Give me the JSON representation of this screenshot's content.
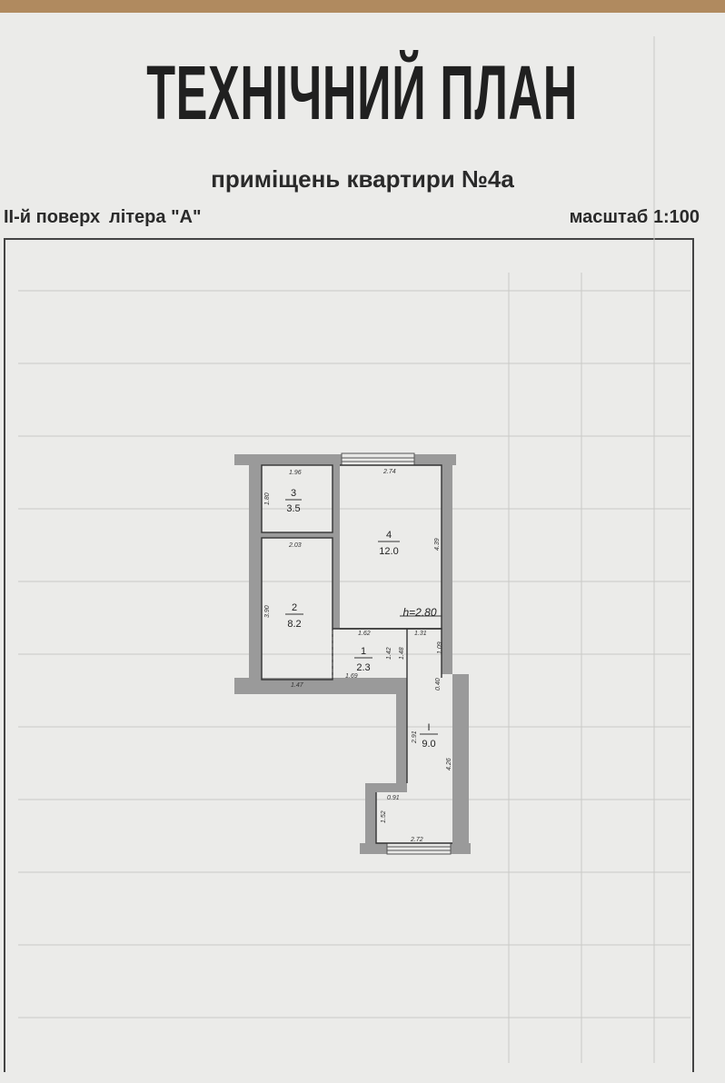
{
  "document": {
    "title": "ТЕХНІЧНИЙ ПЛАН",
    "subtitle": "приміщень квартири №4а",
    "floor": "ІІ-й поверх",
    "liter": "літера \"А\"",
    "scale": "масштаб 1:100"
  },
  "plan": {
    "ceiling_height": "h=2.80",
    "rooms": [
      {
        "number": "3",
        "area": "3.5"
      },
      {
        "number": "4",
        "area": "12.0"
      },
      {
        "number": "2",
        "area": "8.2"
      },
      {
        "number": "1",
        "area": "2.3"
      },
      {
        "number": "I",
        "area": "9.0"
      }
    ],
    "dimensions": [
      "1.96",
      "1.80",
      "2.74",
      "2.03",
      "4.39",
      "3.90",
      "1.62",
      "1.31",
      "1.42",
      "1.48",
      "1.09",
      "1.47",
      "1.69",
      "0.40",
      "2.91",
      "4.26",
      "0.91",
      "1.52",
      "2.72"
    ]
  }
}
